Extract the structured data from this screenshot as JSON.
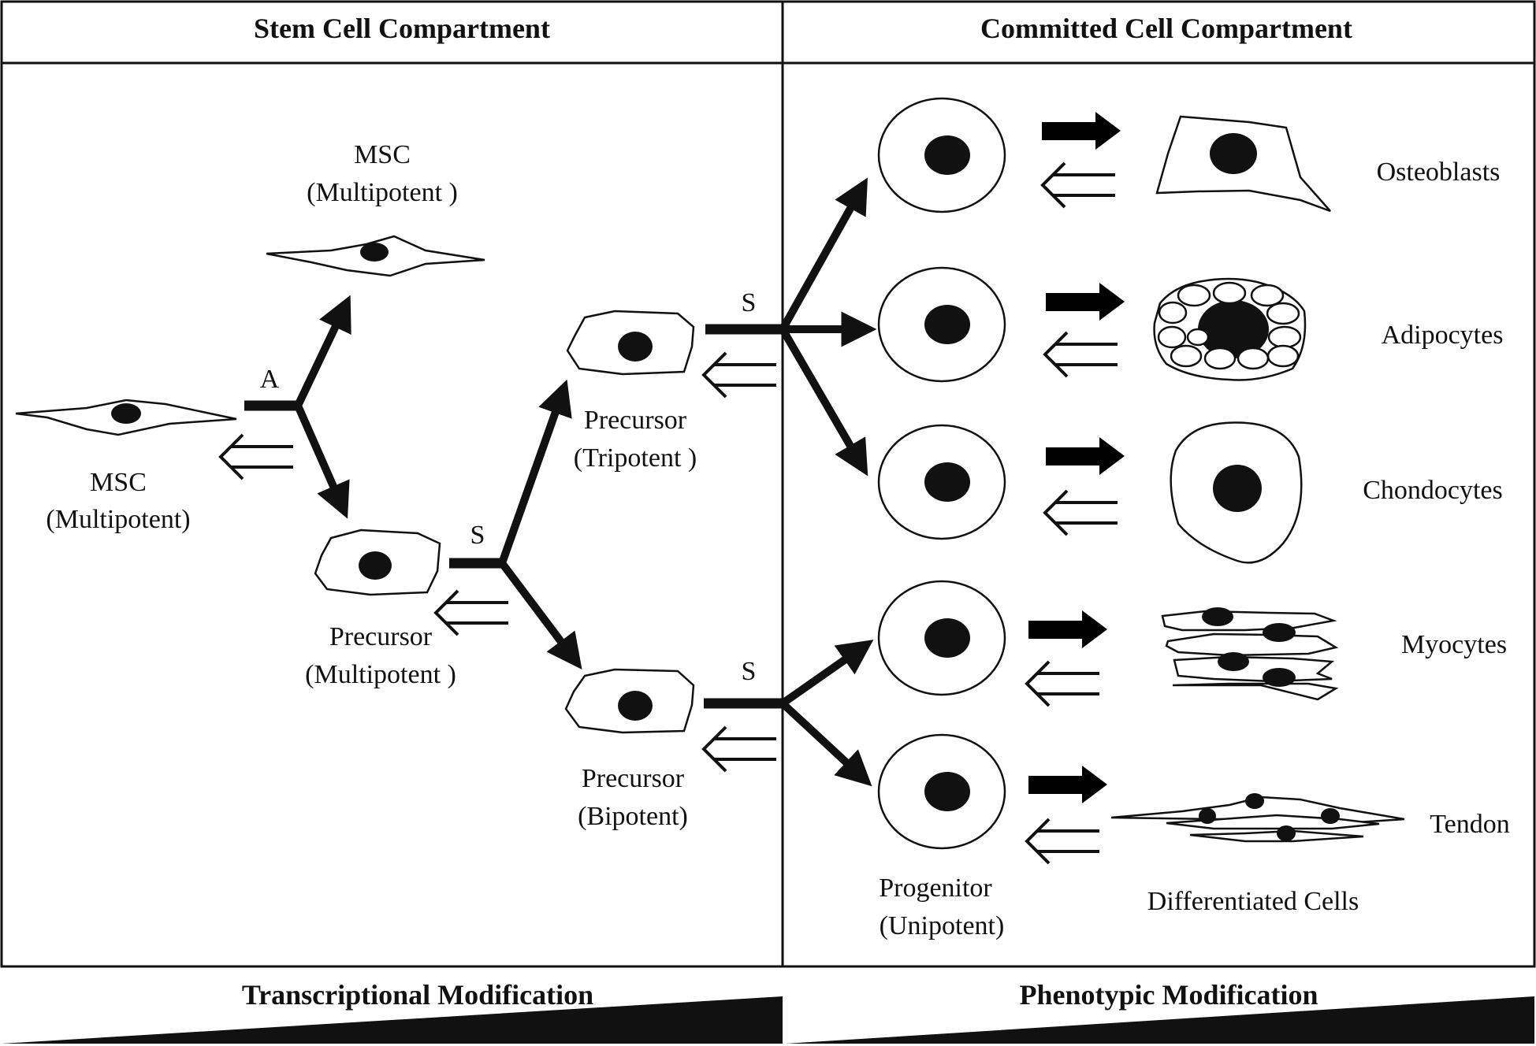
{
  "colors": {
    "ink": "#111111",
    "background": "#ffffff"
  },
  "headers": {
    "stem_compartment": "Stem Cell Compartment",
    "committed_compartment": "Committed Cell Compartment",
    "transcriptional": "Transcriptional Modification",
    "phenotypic": "Phenotypic Modification"
  },
  "branch_labels": {
    "asymmetric": "A",
    "symmetric": "S"
  },
  "cells": {
    "msc_left": {
      "name": "MSC",
      "potency": "(Multipotent)"
    },
    "msc_top": {
      "name": "MSC",
      "potency": "(Multipotent )"
    },
    "precursor_multi": {
      "name": "Precursor",
      "potency": "(Multipotent )"
    },
    "precursor_tri": {
      "name": "Precursor",
      "potency": "(Tripotent )"
    },
    "precursor_bi": {
      "name": "Precursor",
      "potency": "(Bipotent)"
    },
    "progenitor": {
      "name": "Progenitor",
      "potency": "(Unipotent)"
    }
  },
  "differentiated": {
    "title": "Differentiated Cells",
    "types": [
      "Osteoblasts",
      "Adipocytes",
      "Chondocytes",
      "Myocytes",
      "Tendon"
    ]
  },
  "icons": {
    "arrow": "bold-forward-arrow-icon",
    "reverse": "open-double-back-arrow-icon"
  }
}
